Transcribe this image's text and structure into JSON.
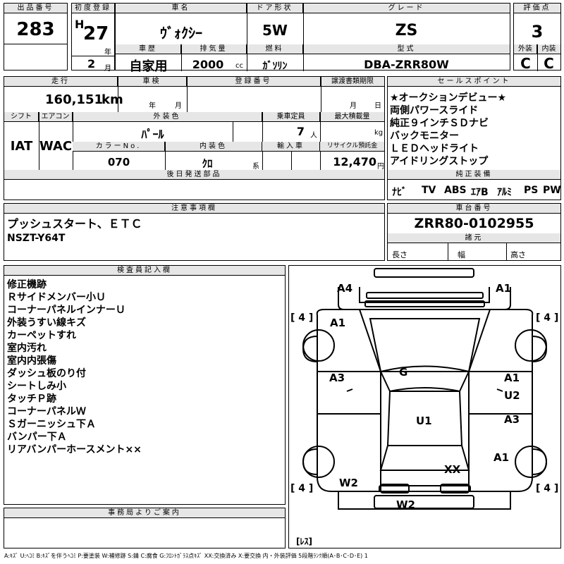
{
  "header": {
    "lot_label": "出品番号",
    "lot": "283",
    "first_reg_label": "初度登録",
    "era": "H",
    "year": "27",
    "year_unit": "年",
    "month": "2",
    "month_unit": "月",
    "car_name_label": "車名",
    "car_name": "ｳﾞｫｸｼｰ",
    "door_label": "ドア形状",
    "door": "5W",
    "grade_label": "グレード",
    "grade": "ZS",
    "score_label": "評価点",
    "score": "3",
    "history_label": "車歴",
    "history": "自家用",
    "displacement_label": "排気量",
    "displacement": "2000",
    "displacement_unit": "cc",
    "fuel_label": "燃料",
    "fuel": "ｶﾞｿﾘﾝ",
    "model_label": "型式",
    "model": "DBA-ZRR80W",
    "exterior_label": "外装",
    "exterior": "C",
    "interior_label": "内装",
    "interior": "C"
  },
  "row2": {
    "mileage_label": "走行",
    "mileage": "160,151",
    "mileage_unit": "km",
    "inspection_label": "車検",
    "insp_year_unit": "年",
    "insp_month_unit": "月",
    "reg_no_label": "登録番号",
    "transfer_label": "譲渡書類期限",
    "transfer_month_unit": "月",
    "transfer_day_unit": "日",
    "shift_label": "シフト",
    "shift": "IAT",
    "ac_label": "エアコン",
    "ac": "WAC",
    "color_label": "外装色",
    "color": "ﾊﾟｰﾙ",
    "capacity_label": "乗車定員",
    "capacity": "7",
    "capacity_unit": "人",
    "max_load_label": "最大積載量",
    "max_load_unit": "kg",
    "color_no_label": "カラーNo.",
    "color_no": "070",
    "interior_color_label": "内装色",
    "interior_color": "ｸﾛ",
    "interior_color_unit": "系",
    "import_label": "輸入車",
    "recycle_label": "リサイクル預託金",
    "recycle": "12,470",
    "recycle_unit": "円",
    "later_parts_label": "後日発送部品"
  },
  "sales_points": {
    "label": "セールスポイント",
    "items": [
      "★オークションデビュー★",
      "両側パワースライド",
      "純正９インチＳＤナビ",
      "バックモニター",
      "ＬＥＤヘッドライト",
      "アイドリングストップ"
    ]
  },
  "equipment": {
    "label": "純正装備",
    "items": [
      "ﾅﾋﾞ",
      "TV",
      "ABS",
      "ｴｱB",
      "ｱﾙﾐ",
      "PS",
      "PW"
    ]
  },
  "notes": {
    "label": "注意事項欄",
    "lines": [
      "プッシュスタート、ＥＴＣ",
      "NSZT-Y64T"
    ]
  },
  "chassis": {
    "label": "車台番号",
    "value": "ZRR80-0102955",
    "spec_label": "諸元",
    "length_label": "長さ",
    "width_label": "幅",
    "height_label": "高さ"
  },
  "inspector": {
    "label": "検査員記入欄",
    "lines": [
      "修正機跡",
      "Ｒサイドメンバー小Ｕ",
      "コーナーパネルインナーＵ",
      "外装うすい線キズ",
      "カーペットすれ",
      "室内汚れ",
      "室内内張傷",
      "ダッシュ板のり付",
      "シートしみ小",
      "タッチＰ跡",
      "コーナーパネルＷ",
      "Ｓガーニッシュ下Ａ",
      "バンパー下Ａ",
      "リアバンパーホースメント××"
    ]
  },
  "office": {
    "label": "事務局よりご案内"
  },
  "diagram": {
    "marks": {
      "a4": "A4",
      "a1_fr": "A1",
      "a1_fl": "A1",
      "a3_l": "A3",
      "g": "G",
      "a1_r": "A1",
      "u2": "U2",
      "u1": "U1",
      "a3_r": "A3",
      "a1_rr": "A1",
      "xx": "XX",
      "w2_l": "W2",
      "w2_b": "W2"
    },
    "tires": {
      "fl": "[ 4 ]",
      "fr": "[ 4 ]",
      "rl": "[ 4 ]",
      "rr": "[ 4 ]",
      "spare": "[ﾚｽ]"
    }
  },
  "legend": "A:ｷｽﾞ U:ﾍｺﾐ B:ｷｽﾞを伴うﾍｺﾐ P:要塗装 W:補修跡 S:錆 C:腐食 G:ﾌﾛﾝﾄｶﾞﾗｽ点ｷｽﾞ XX:交換済み X:要交換 内・外装評価 5段階ﾗﾝｸ順(A･B･C･D･E) 1"
}
